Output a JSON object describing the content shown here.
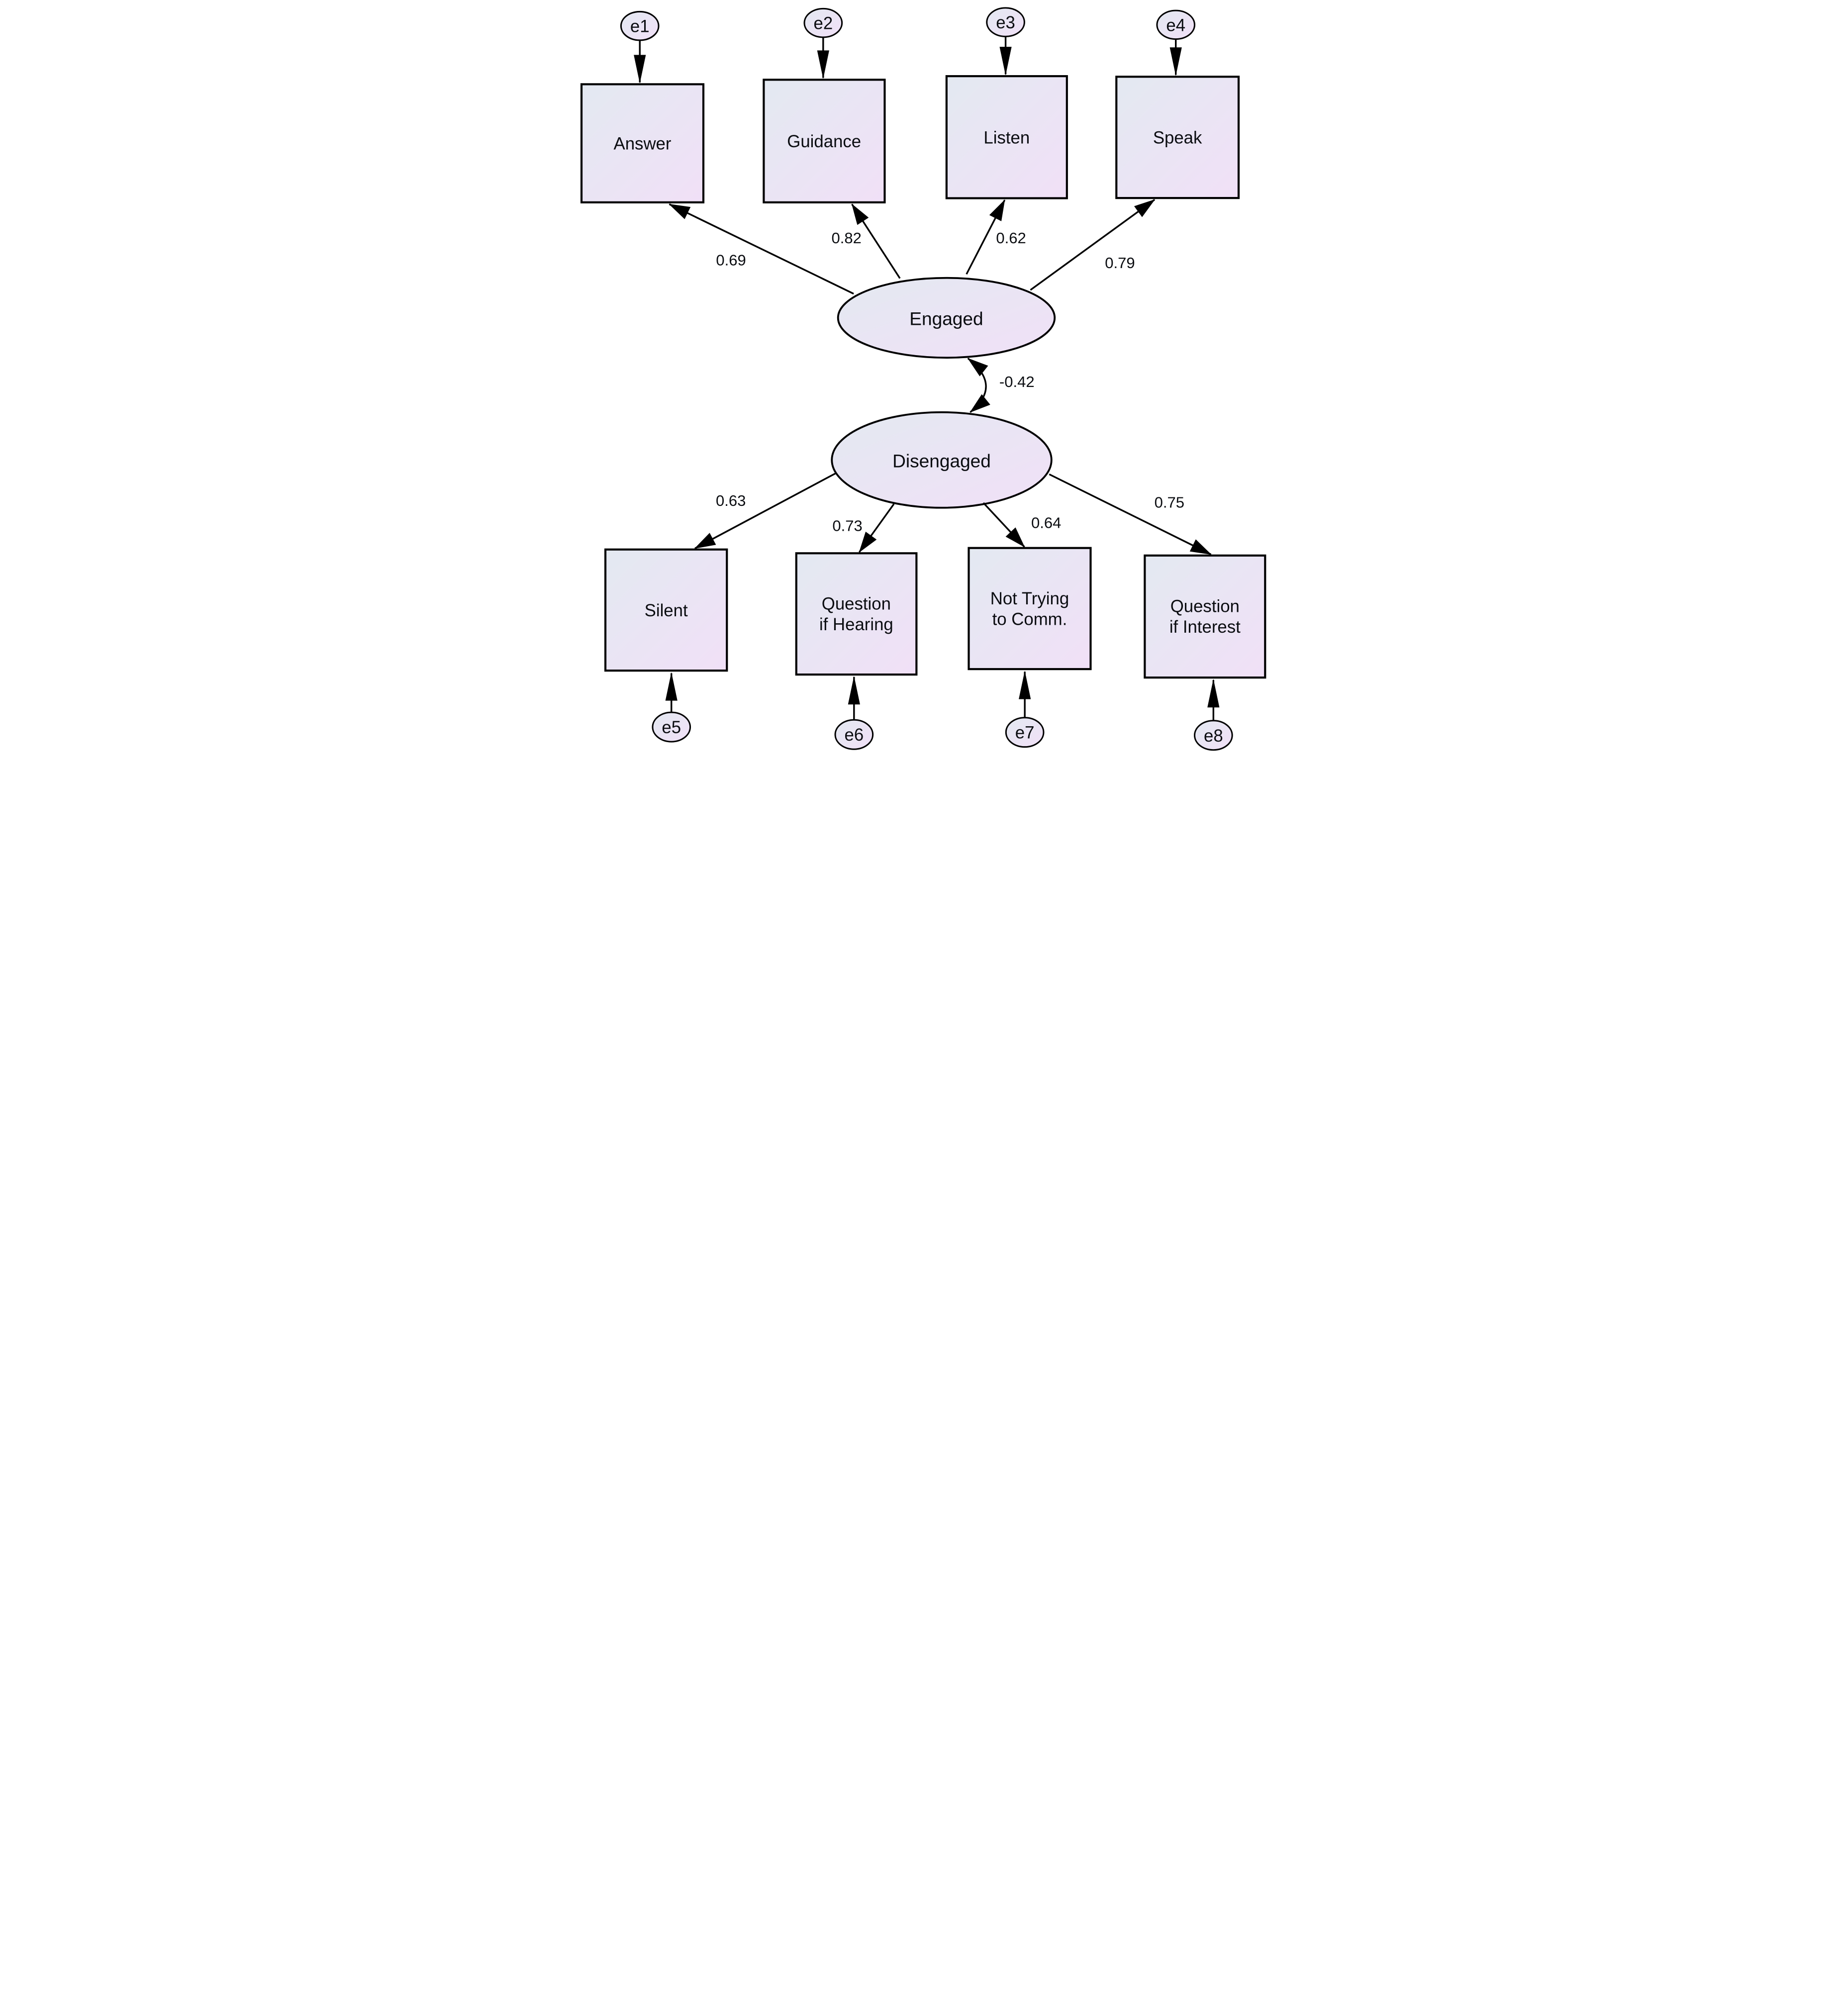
{
  "diagram": {
    "type": "structural-equation-model-path-diagram",
    "latent_factors": [
      {
        "label": "Engaged"
      },
      {
        "label": "Disengaged"
      }
    ],
    "observed_variables": [
      {
        "lines": [
          "Answer"
        ],
        "error": "e1",
        "loading": "0.69",
        "factor": "Engaged"
      },
      {
        "lines": [
          "Guidance"
        ],
        "error": "e2",
        "loading": "0.82",
        "factor": "Engaged"
      },
      {
        "lines": [
          "Listen"
        ],
        "error": "e3",
        "loading": "0.62",
        "factor": "Engaged"
      },
      {
        "lines": [
          "Speak"
        ],
        "error": "e4",
        "loading": "0.79",
        "factor": "Engaged"
      },
      {
        "lines": [
          "Silent"
        ],
        "error": "e5",
        "loading": "0.63",
        "factor": "Disengaged"
      },
      {
        "lines": [
          "Question",
          "if Hearing"
        ],
        "error": "e6",
        "loading": "0.73",
        "factor": "Disengaged"
      },
      {
        "lines": [
          "Not Trying",
          "to Comm."
        ],
        "error": "e7",
        "loading": "0.64",
        "factor": "Disengaged"
      },
      {
        "lines": [
          "Question",
          "if Interest"
        ],
        "error": "e8",
        "loading": "0.75",
        "factor": "Disengaged"
      }
    ],
    "covariance": {
      "between": [
        "Engaged",
        "Disengaged"
      ],
      "value": "-0.42"
    },
    "colors": {
      "gradient_start": "#e3e9f1",
      "gradient_end": "#f1e0f7",
      "stroke": "#000000",
      "text": "#0b0d11",
      "background": "#ffffff"
    }
  }
}
